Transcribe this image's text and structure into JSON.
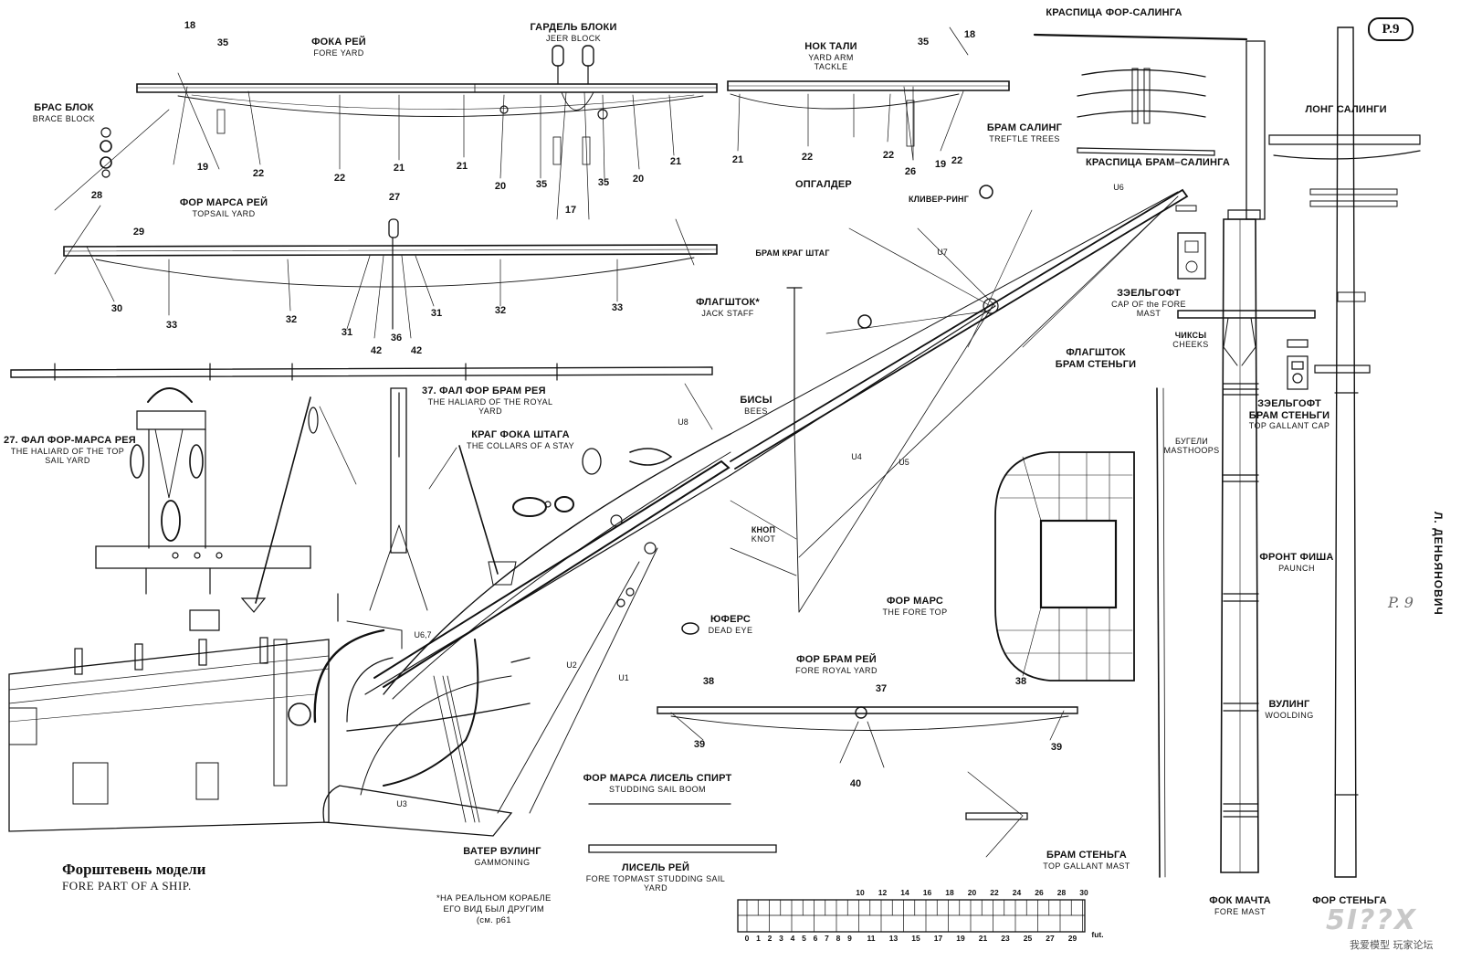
{
  "sheet": {
    "id": "P.9",
    "author": "Л. ДЕНЬЯНОВИЧ",
    "hand_note": "P. 9"
  },
  "title": {
    "ru": "Форштевень модели",
    "en": "FORE PART OF A SHIP."
  },
  "note": {
    "line1": "*НА РЕАЛЬНОМ КОРАБЛЕ",
    "line2": "ЕГО ВИД БЫЛ ДРУГИМ",
    "line3": "(см. p61"
  },
  "labels": {
    "fore_yard": {
      "ru": "ФОКА РЕЙ",
      "en": "FORE YARD"
    },
    "jeer_block": {
      "ru": "ГАРДЕЛЬ БЛОКИ",
      "en": "JEER BLOCK"
    },
    "yard_arm_tackle": {
      "ru": "НОК ТАЛИ",
      "en": "YARD ARM TACKLE"
    },
    "brace_block": {
      "ru": "БРАС БЛОК",
      "en": "BRACE BLOCK"
    },
    "topsail_yard": {
      "ru": "ФОР МАРСА РЕЙ",
      "en": "TOPSAIL YARD"
    },
    "jack_staff": {
      "ru": "ФЛАГШТОК*",
      "en": "JACK STAFF"
    },
    "haliard_top_sail": {
      "ru": "27. ФАЛ ФОР-МАРСА РЕЯ",
      "en": "THE HALIARD OF THE TOP SAIL YARD"
    },
    "haliard_royal": {
      "ru": "37. ФАЛ ФОР БРАМ РЕЯ",
      "en": "THE HALIARD OF THE ROYAL YARD"
    },
    "collars_stay": {
      "ru": "КРАГ ФОКА ШТАГА",
      "en": "THE COLLARS OF A STAY"
    },
    "treftle_trees": {
      "ru": "БРАМ САЛИНГ",
      "en": "TREFTLE TREES"
    },
    "opgalder": {
      "ru": "ОПГАЛДЕР",
      "en": ""
    },
    "kliver_ring": {
      "ru": "КЛИВЕР-РИНГ",
      "en": ""
    },
    "bram_krag_shtag": {
      "ru": "БРАМ КРАГ ШТАГ",
      "en": ""
    },
    "krasplitsa_for": {
      "ru": "КРАСПИЦА ФОР-САЛИНГА",
      "en": ""
    },
    "krasplitsa_bram": {
      "ru": "КРАСПИЦА БРАМ–САЛИНГА",
      "en": ""
    },
    "long_salingi": {
      "ru": "ЛОНГ САЛИНГИ",
      "en": ""
    },
    "cap_fore_mast": {
      "ru": "ЗЭЕЛЬГОФТ",
      "en": "CAP OF the FORE MAST"
    },
    "cheeks": {
      "ru": "ЧИКСЫ",
      "en": "CHEEKS"
    },
    "flagstaff_topgallant": {
      "ru": "ФЛАГШТОК",
      "en": "БРАМ СТЕНЬГИ"
    },
    "bees": {
      "ru": "БИСЫ",
      "en": "BEES"
    },
    "knot": {
      "ru": "КНОП",
      "en": "KNOT"
    },
    "dead_eye": {
      "ru": "ЮФЕРС",
      "en": "DEAD EYE"
    },
    "mast_hoops": {
      "ru": "БУГЕЛИ",
      "en": "MASTHOOPS"
    },
    "fore_top": {
      "ru": "ФОР МАРС",
      "en": "THE FORE TOP"
    },
    "topgallant_cap": {
      "ru": "ЗЭЕЛЬГОФТ БРАМ СТЕНЬГИ",
      "en": "TOP GALLANT CAP"
    },
    "paunch": {
      "ru": "ФРОНТ ФИША",
      "en": "PAUNCH"
    },
    "woolding": {
      "ru": "ВУЛИНГ",
      "en": "WOOLDING"
    },
    "fore_royal_yard": {
      "ru": "ФОР БРАМ РЕЙ",
      "en": "FORE ROYAL YARD"
    },
    "studding_sail_boom": {
      "ru": "ФОР МАРСА ЛИСЕЛЬ СПИРТ",
      "en": "STUDDING SAIL BOOM"
    },
    "studding_sail_yard": {
      "ru": "ЛИСЕЛЬ РЕЙ",
      "en": "FORE TOPMAST STUDDING SAIL YARD"
    },
    "gammoning": {
      "ru": "ВАТЕР ВУЛИНГ",
      "en": "GAMMONING"
    },
    "top_gallant_mast": {
      "ru": "БРАМ СТЕНЬГА",
      "en": "TOP GALLANT MAST"
    },
    "fore_mast": {
      "ru": "ФОК МАЧТА",
      "en": "FORE MAST"
    },
    "fore_topmast": {
      "ru": "ФОР СТЕНЬГА",
      "en": ""
    }
  },
  "callouts": [
    "18",
    "35",
    "35",
    "18",
    "19",
    "22",
    "22",
    "22",
    "21",
    "21",
    "20",
    "35",
    "17",
    "35",
    "20",
    "21",
    "21",
    "22",
    "22",
    "26",
    "19",
    "28",
    "29",
    "27",
    "30",
    "33",
    "32",
    "31",
    "42",
    "36",
    "42",
    "31",
    "32",
    "33",
    "38",
    "37",
    "38",
    "39",
    "40",
    "39"
  ],
  "rigging_codes": [
    "U1",
    "U2",
    "U3",
    "U4",
    "U5",
    "U6",
    "U7",
    "U8",
    "U6,7"
  ],
  "scale": {
    "top_ticks": [
      "10",
      "12",
      "14",
      "16",
      "18",
      "20",
      "22",
      "24",
      "26",
      "28",
      "30"
    ],
    "bottom_ticks": [
      "0",
      "1",
      "2",
      "3",
      "4",
      "5",
      "6",
      "7",
      "8",
      "9",
      "11",
      "13",
      "15",
      "17",
      "19",
      "21",
      "23",
      "25",
      "27",
      "29"
    ],
    "unit": "fut."
  },
  "watermark": {
    "text": "5I??X",
    "sub": "我爱模型 玩家论坛"
  }
}
